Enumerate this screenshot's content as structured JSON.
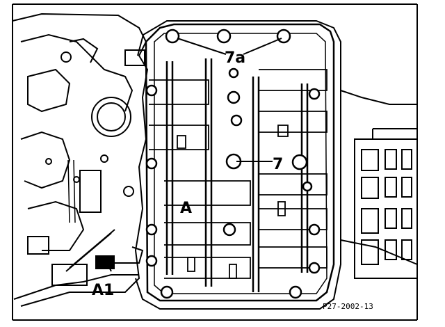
{
  "diagram": {
    "colors": {
      "ink": "#000000",
      "paper": "#ffffff"
    },
    "labels": {
      "a1": "A1",
      "a": "A",
      "seven": "7",
      "seven_a": "7a",
      "reference": "P27-2002-13"
    }
  }
}
